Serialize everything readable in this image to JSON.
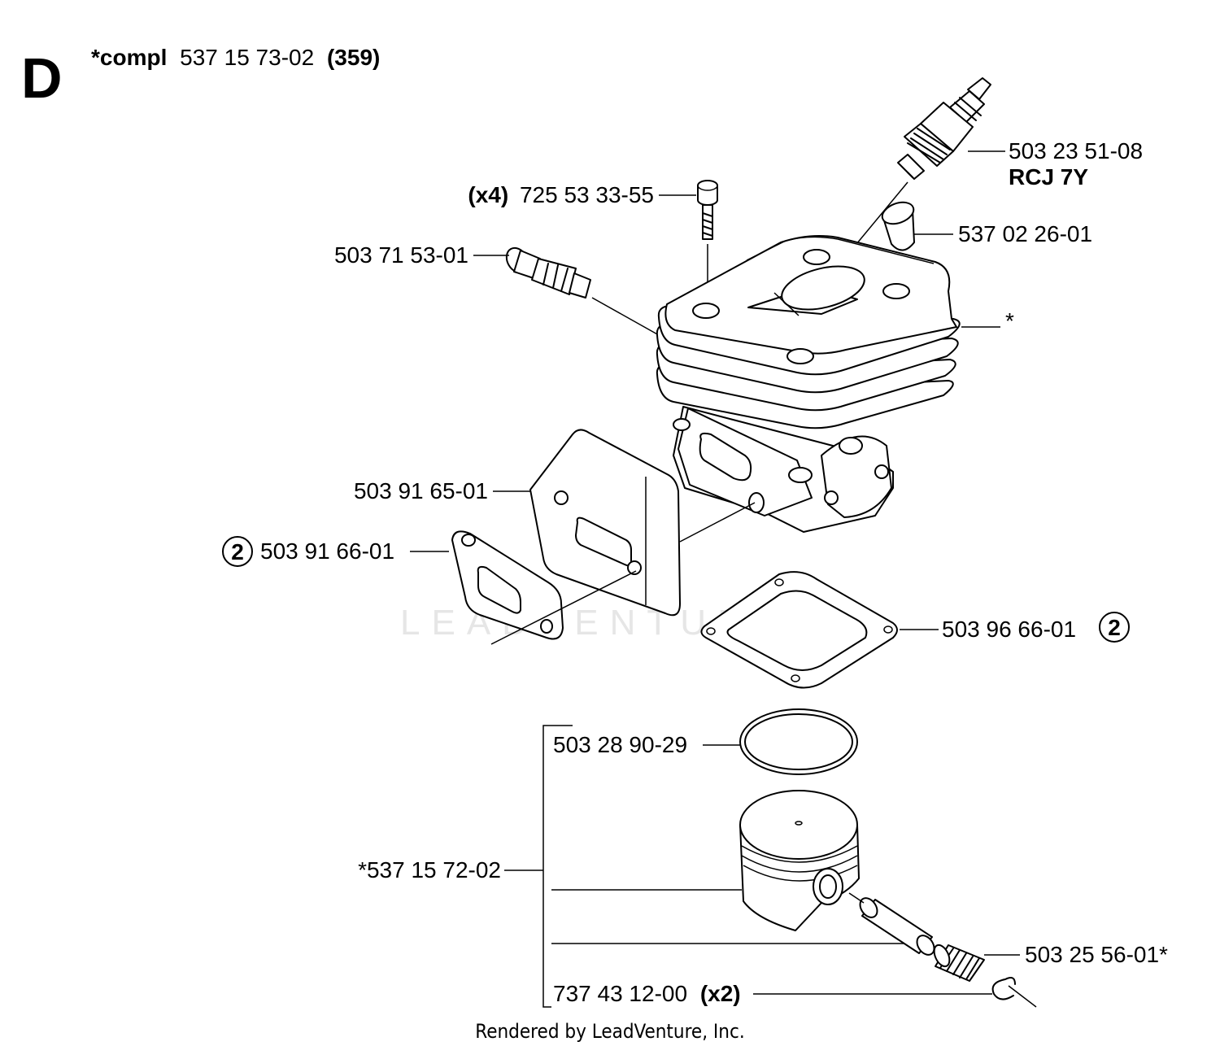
{
  "section_letter": "D",
  "header": {
    "prefix": "*compl",
    "part_number": "537 15 73-02",
    "qty": "(359)"
  },
  "watermark": "LEADVENTURE",
  "callouts": {
    "spark_plug": {
      "part": "503 23 51-08",
      "sub": "RCJ 7Y"
    },
    "screw": {
      "qty": "(x4)",
      "part": "725 53 33-55"
    },
    "cap": {
      "part": "537 02 26-01"
    },
    "decomp_valve": {
      "part": "503 71 53-01"
    },
    "cylinder": {
      "part": "*"
    },
    "heat_shield": {
      "part": "503 91 65-01"
    },
    "exhaust_gasket": {
      "badge": "2",
      "part": "503 91 66-01"
    },
    "base_gasket": {
      "part": "503 96 66-01",
      "badge": "2"
    },
    "piston_ring": {
      "part": "503 28 90-29"
    },
    "piston_kit": {
      "part": "*537 15 72-02"
    },
    "needle_bearing": {
      "part": "503 25 56-01*"
    },
    "circlip": {
      "part": "737 43 12-00",
      "qty": "(x2)"
    }
  },
  "footer": "Rendered by LeadVenture, Inc."
}
